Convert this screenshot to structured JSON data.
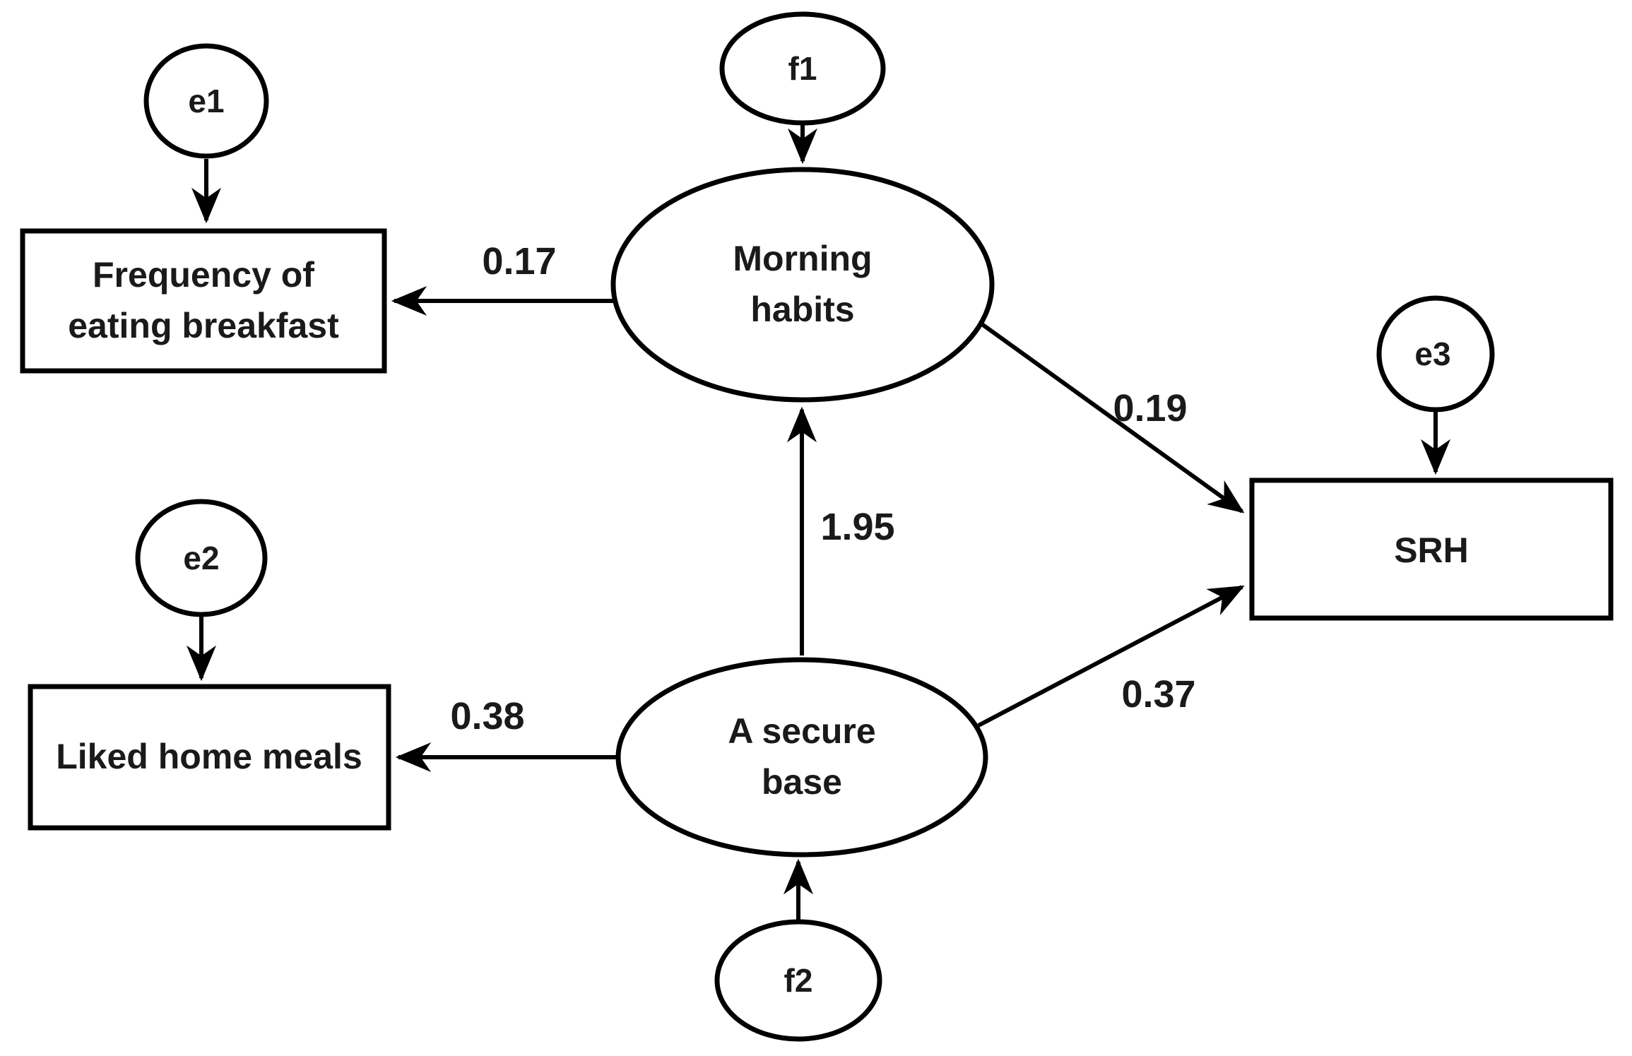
{
  "diagram": {
    "type": "structural-equation-path-diagram",
    "colors": {
      "stroke": "#000000",
      "background": "#ffffff",
      "text": "#1a1a1a"
    },
    "nodes": {
      "e1": {
        "label": "e1",
        "shape": "circle",
        "role": "error-term"
      },
      "e2": {
        "label": "e2",
        "shape": "circle",
        "role": "error-term"
      },
      "e3": {
        "label": "e3",
        "shape": "circle",
        "role": "error-term"
      },
      "f1": {
        "label": "f1",
        "shape": "circle",
        "role": "factor-residual"
      },
      "f2": {
        "label": "f2",
        "shape": "circle",
        "role": "factor-residual"
      },
      "frequency_breakfast": {
        "label": "Frequency of eating breakfast",
        "line1": "Frequency of",
        "line2": "eating breakfast",
        "shape": "rectangle",
        "role": "observed-variable"
      },
      "liked_home_meals": {
        "label": "Liked home meals",
        "shape": "rectangle",
        "role": "observed-variable"
      },
      "srh": {
        "label": "SRH",
        "shape": "rectangle",
        "role": "observed-variable"
      },
      "morning_habits": {
        "label": "Morning habits",
        "line1": "Morning",
        "line2": "habits",
        "shape": "ellipse",
        "role": "latent-variable"
      },
      "secure_base": {
        "label": "A secure base",
        "line1": "A secure",
        "line2": "base",
        "shape": "ellipse",
        "role": "latent-variable"
      }
    },
    "edges": [
      {
        "from": "e1",
        "to": "frequency_breakfast",
        "label": ""
      },
      {
        "from": "f1",
        "to": "morning_habits",
        "label": ""
      },
      {
        "from": "e2",
        "to": "liked_home_meals",
        "label": ""
      },
      {
        "from": "e3",
        "to": "srh",
        "label": ""
      },
      {
        "from": "f2",
        "to": "secure_base",
        "label": ""
      },
      {
        "from": "morning_habits",
        "to": "frequency_breakfast",
        "label": "0.17"
      },
      {
        "from": "secure_base",
        "to": "liked_home_meals",
        "label": "0.38"
      },
      {
        "from": "secure_base",
        "to": "morning_habits",
        "label": "1.95"
      },
      {
        "from": "morning_habits",
        "to": "srh",
        "label": "0.19"
      },
      {
        "from": "secure_base",
        "to": "srh",
        "label": "0.37"
      }
    ]
  }
}
